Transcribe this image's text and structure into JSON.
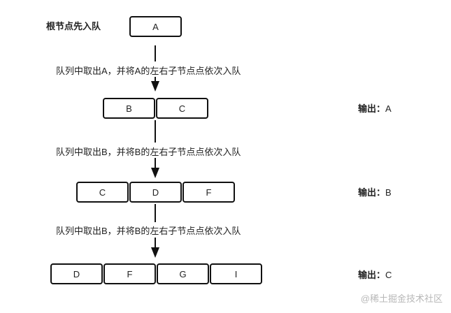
{
  "initial_label": "根节点先入队",
  "steps": [
    "队列中取出A，并将A的左右子节点点依次入队",
    "队列中取出B，并将B的左右子节点点依次入队",
    "队列中取出B，并将B的左右子节点点依次入队"
  ],
  "queues": [
    [
      "A"
    ],
    [
      "B",
      "C"
    ],
    [
      "C",
      "D",
      "F"
    ],
    [
      "D",
      "F",
      "G",
      "I"
    ]
  ],
  "outputs": {
    "prefix": "输出：",
    "values": [
      "A",
      "B",
      "C"
    ]
  },
  "watermark": "@稀土掘金技术社区"
}
